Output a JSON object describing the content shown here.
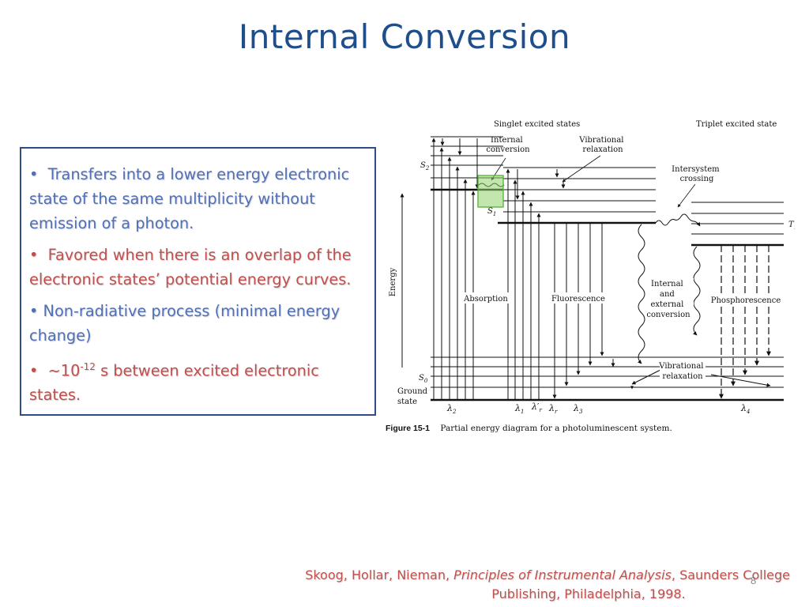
{
  "slide": {
    "title": "Internal Conversion",
    "page_number": "8"
  },
  "bullets": [
    {
      "marker": "•",
      "text": "Transfers into a lower energy electronic state of the same multiplicity without emission of a photon.",
      "color": "#4f6fb8"
    },
    {
      "marker": "•",
      "text": "Favored when there is an overlap of the electronic states’ potential energy curves.",
      "color": "#c0504d"
    },
    {
      "marker": "•",
      "text": "Non-radiative process (minimal energy change)",
      "color": "#4f6fb8"
    },
    {
      "marker": "•",
      "prefix": "~10",
      "superscript": "-12",
      "suffix": " s between excited electronic states.",
      "color": "#c0504d"
    }
  ],
  "figure": {
    "singlet_label": "Singlet excited states",
    "triplet_label": "Triplet excited state",
    "internal_conversion": [
      "Internal",
      "conversion"
    ],
    "vibrational_relaxation_top": [
      "Vibrational",
      "relaxation"
    ],
    "intersystem_crossing": [
      "Intersystem",
      "crossing"
    ],
    "s2": "S",
    "s2_sub": "2",
    "s1": "S",
    "s1_sub": "1",
    "t1": "T",
    "t1_sub": "1",
    "s0": "S",
    "s0_sub": "0",
    "energy": "Energy",
    "absorption": "Absorption",
    "fluorescence": "Fluorescence",
    "internal_external": [
      "Internal",
      "and",
      "external",
      "conversion"
    ],
    "phosphorescence": "Phosphorescence",
    "vibrational_relaxation_bottom": [
      "Vibrational",
      "relaxation"
    ],
    "ground_state": [
      "Ground",
      "state"
    ],
    "lambda2": "λ",
    "lambda2_sub": "2",
    "lambda1": "λ",
    "lambda1_sub": "1",
    "lambda1p": "λ′",
    "lambda1p_sub": "r",
    "lambdar": "λ",
    "lambdar_sub": "r",
    "lambda3": "λ",
    "lambda3_sub": "3",
    "lambda4": "λ",
    "lambda4_sub": "4",
    "caption_bold": "Figure 15-1",
    "caption_text": "Partial energy diagram for a photoluminescent system.",
    "highlight_color": "#8ed36b"
  },
  "citation": {
    "authors": "Skoog, Hollar, Nieman, ",
    "book": "Principles of Instrumental Analysis",
    "publisher_line1": ", Saunders College",
    "publisher_line2": "Publishing, Philadelphia, 1998."
  }
}
